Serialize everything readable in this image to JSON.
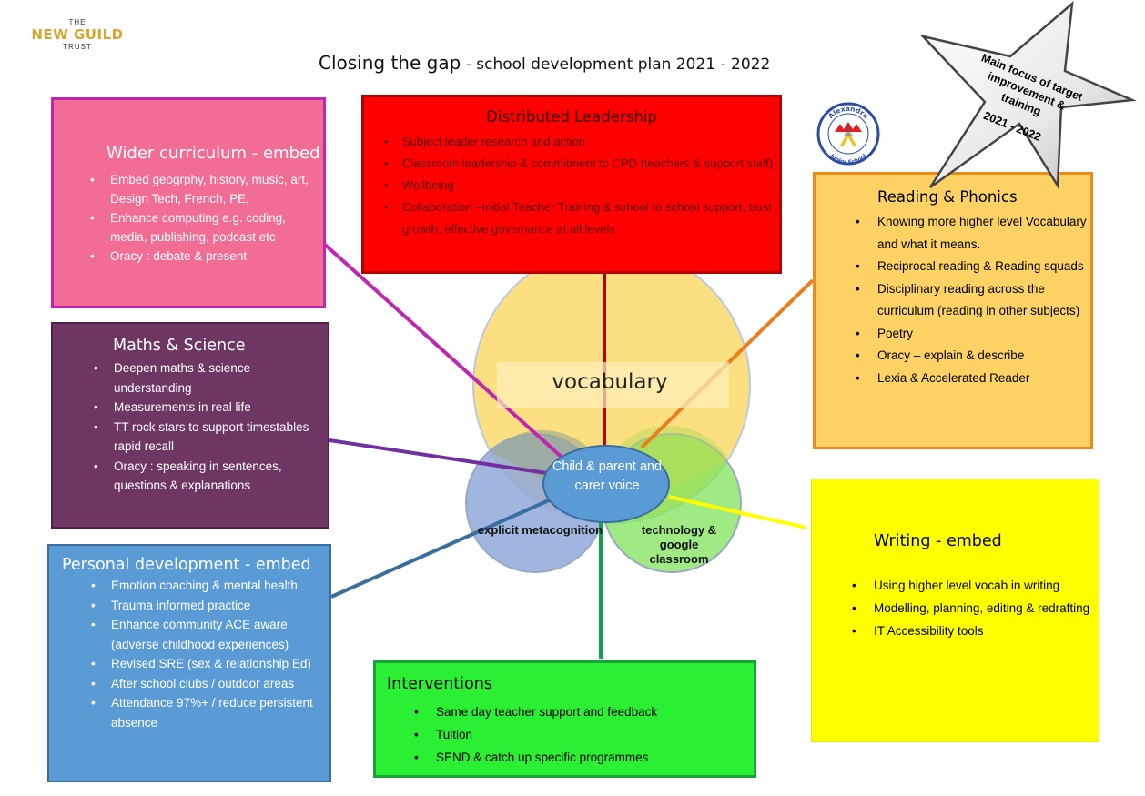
{
  "logo": {
    "line1": "THE",
    "line2": "NEW GUILD",
    "line3": "TRUST"
  },
  "title": {
    "main": "Closing the gap",
    "sub": " - school development plan 2021 - 2022"
  },
  "star": {
    "text": "Main focus of target improvement & training",
    "year": "2021 - 2022"
  },
  "school_badge": {
    "top_text": "Alexandra",
    "bottom_text": "Junior School",
    "letter": "A"
  },
  "center": {
    "vocabulary": "vocabulary",
    "child_voice": "Child & parent and carer voice",
    "metacognition": "explicit metacognition",
    "technology": "technology & google classroom"
  },
  "boxes": {
    "wider": {
      "title": "Wider curriculum - embed",
      "items": [
        "Embed geogrphy, history, music, art, Design Tech, French, PE,",
        "Enhance computing  e.g. coding, media, publishing, podcast etc",
        "Oracy  : debate & present"
      ]
    },
    "leadership": {
      "title": "Distributed Leadership",
      "items": [
        "Subject leader research and action",
        "Classroom leadership & commitment to CPD (teachers & support staff)",
        "Wellbeing",
        "Collaboration –Initial Teacher Training & school to school support, trust growth, effective governance at all levels"
      ]
    },
    "maths": {
      "title": "Maths  & Science",
      "items": [
        "Deepen maths & science understanding",
        "Measurements in real life",
        "TT rock stars to support timestables rapid recall",
        "Oracy : speaking in sentences, questions & explanations"
      ]
    },
    "personal": {
      "title": "Personal development  - embed",
      "items": [
        "Emotion coaching & mental health",
        "Trauma informed practice",
        "Enhance community ACE aware (adverse childhood experiences)",
        "Revised SRE (sex & relationship Ed)",
        "After school clubs / outdoor areas",
        "Attendance 97%+ / reduce persistent absence"
      ]
    },
    "reading": {
      "title": "Reading  & Phonics",
      "items": [
        "Knowing more higher level Vocabulary  and what it means.",
        "Reciprocal reading & Reading squads",
        "Disciplinary reading across the curriculum (reading in other subjects)",
        "Poetry",
        "Oracy – explain & describe",
        "Lexia & Accelerated Reader"
      ]
    },
    "writing": {
      "title": "Writing  - embed",
      "items": [
        "Using higher level vocab in writing",
        "Modelling, planning, editing & redrafting",
        "IT Accessibility tools"
      ]
    },
    "interventions": {
      "title": "Interventions",
      "items": [
        "Same day teacher support and feedback",
        "Tuition",
        "SEND & catch up specific programmes"
      ]
    }
  },
  "colors": {
    "wider": "#f26d95",
    "leadership": "#ff0000",
    "maths": "#6e3763",
    "personal": "#5b9bd5",
    "reading": "#fdd265",
    "writing": "#ffff00",
    "interventions": "#2aef33"
  }
}
